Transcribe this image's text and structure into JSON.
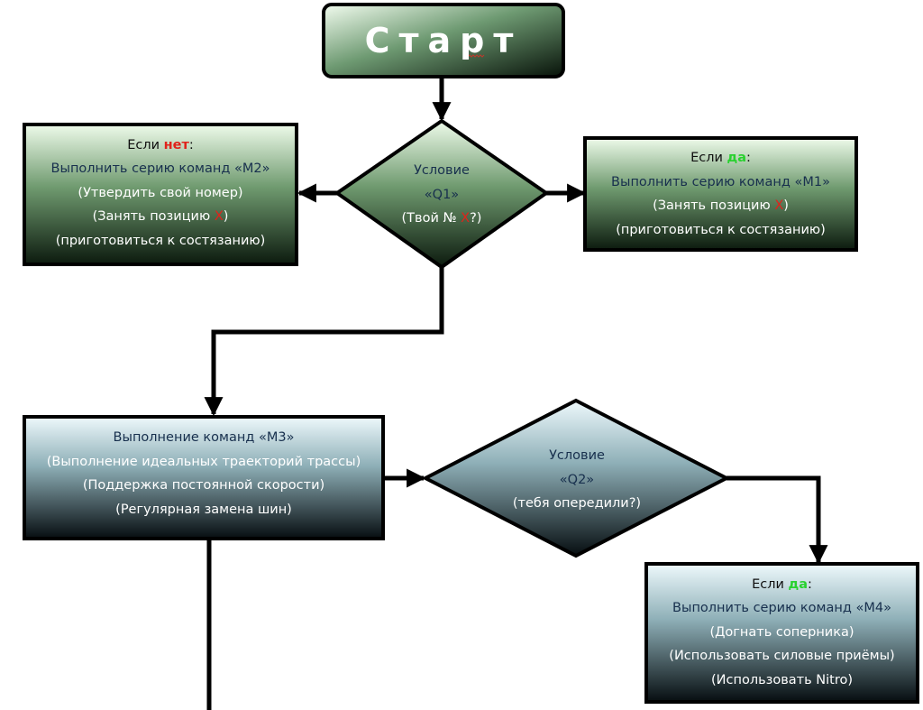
{
  "start": {
    "label": "Старт"
  },
  "q1": {
    "title": "Условие",
    "code": "«Q1»",
    "question_prefix": "(Твой № ",
    "question_var": "X",
    "question_suffix": "?)"
  },
  "no_branch": {
    "prefix": "Если ",
    "keyword": "нет",
    "suffix": ":",
    "command": "Выполнить серию команд «М2»",
    "steps": [
      "(Утвердить свой номер)"
    ],
    "position_prefix": "(Занять позицию ",
    "position_var": "X",
    "position_suffix": ")",
    "last": "(приготовиться к состязанию)"
  },
  "yes_branch_1": {
    "prefix": "Если ",
    "keyword": "да",
    "suffix": ":",
    "command": "Выполнить серию команд «М1»",
    "position_prefix": "(Занять позицию ",
    "position_var": "X",
    "position_suffix": ")",
    "last": "(приготовиться к состязанию)"
  },
  "m3": {
    "title": "Выполнение команд «М3»",
    "steps": [
      "(Выполнение идеальных траекторий трассы)",
      "(Поддержка постоянной скорости)",
      "(Регулярная замена шин)"
    ]
  },
  "q2": {
    "title": "Условие",
    "code": "«Q2»",
    "question": "(тебя опередили?)"
  },
  "yes_branch_2": {
    "prefix": "Если ",
    "keyword": "да",
    "suffix": ":",
    "command": "Выполнить серию команд «М4»",
    "steps": [
      "(Догнать соперника)",
      "(Использовать силовые приёмы)",
      "(Использовать Nitro)"
    ]
  },
  "colors": {
    "green_top": "#eefbea",
    "green_mid": "#6f9a6f",
    "green_bottom": "#0c1a0e",
    "teal_top": "#eef9fc",
    "teal_mid": "#7a9ea6",
    "teal_bottom": "#060d10",
    "keyword_no": "#e0231b",
    "keyword_yes": "#29d12f",
    "outline": "#000000"
  }
}
